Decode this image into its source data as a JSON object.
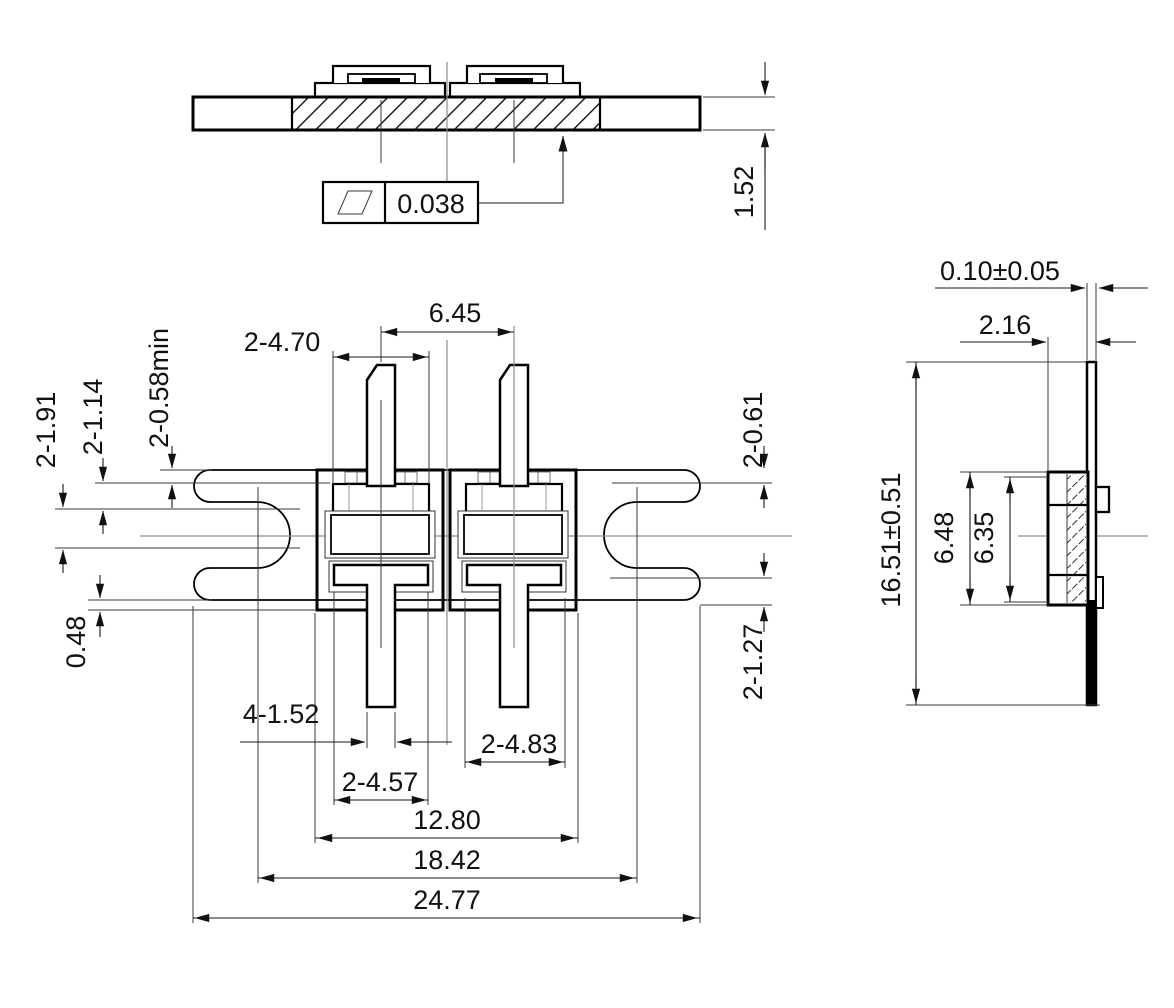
{
  "drawing": {
    "type": "mechanical-dimension-drawing",
    "units_implied": "mm",
    "colors": {
      "line": "#000000",
      "centerline": "#909090",
      "background": "#ffffff"
    },
    "top_view": {
      "flange_thickness": "1.52",
      "flatness_tolerance": "0.038"
    },
    "plan_view": {
      "pin_spacing": "6.45",
      "top_clamp_width": "2-4.70",
      "top_web_min": "2-0.58min",
      "lead_step_left": "2-1.14",
      "finger_width_left": "2-1.91",
      "bottom_step_left": "0.48",
      "top_web_right": "2-0.61",
      "bottom_step_right": "2-1.27",
      "stem_width": "4-1.52",
      "lead_bar_width": "2-4.57",
      "cutout_width": "2-4.83",
      "body_length": "12.80",
      "slot_center_distance": "18.42",
      "overall_length": "24.77"
    },
    "side_view": {
      "edge_thickness": "0.10±0.05",
      "cap_depth": "2.16",
      "overall_height": "16.51±0.51",
      "cap_height_outer": "6.48",
      "cap_height_inner": "6.35"
    }
  }
}
